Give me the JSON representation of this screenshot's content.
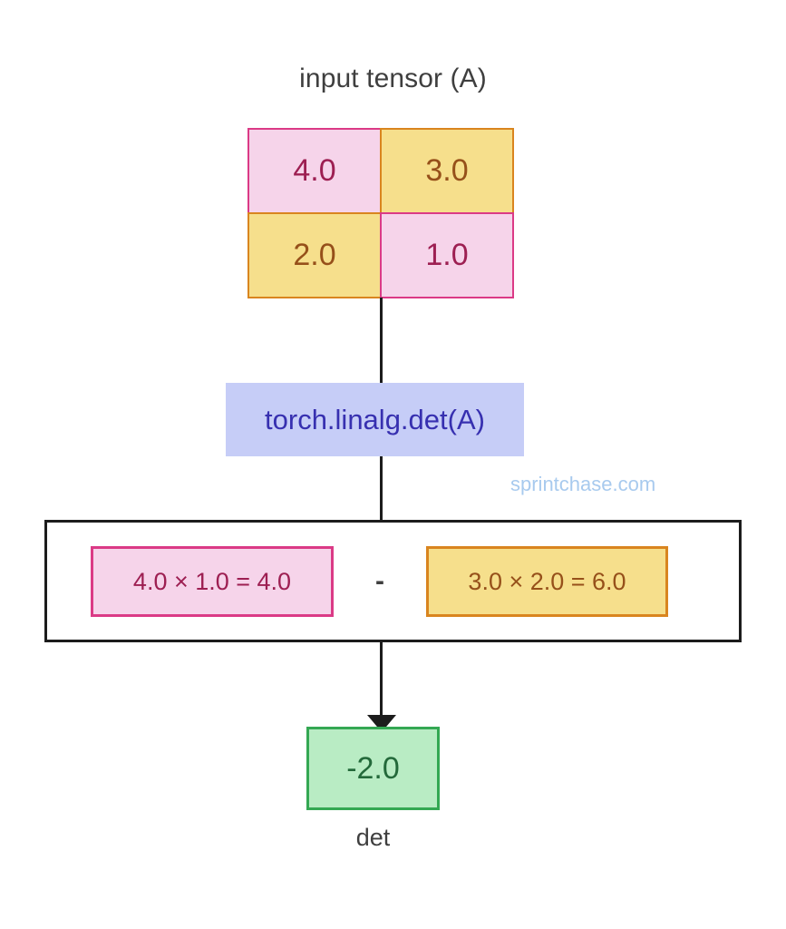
{
  "diagram": {
    "title": "input tensor (A)",
    "watermark": "sprintchase.com",
    "operation": "torch.linalg.det(A)",
    "matrix": {
      "rows": [
        [
          {
            "value": "4.0",
            "style": "pink"
          },
          {
            "value": "3.0",
            "style": "yellow"
          }
        ],
        [
          {
            "value": "2.0",
            "style": "yellow"
          },
          {
            "value": "1.0",
            "style": "pink"
          }
        ]
      ]
    },
    "computation": {
      "left_term": "4.0 × 1.0 = 4.0",
      "operator": "-",
      "right_term": "3.0 × 2.0 = 6.0"
    },
    "result": {
      "value": "-2.0",
      "label": "det"
    },
    "colors": {
      "pink_fill": "#f6d4ea",
      "pink_border": "#db3a86",
      "pink_text": "#9d1f52",
      "yellow_fill": "#f6df8c",
      "yellow_border": "#d9851f",
      "yellow_text": "#96501a",
      "op_fill": "#c6cdf7",
      "op_text": "#3730b0",
      "result_fill": "#b9ecc4",
      "result_border": "#34a853",
      "result_text": "#23693a",
      "line": "#1c1c1c",
      "watermark": "#a8caee"
    }
  }
}
